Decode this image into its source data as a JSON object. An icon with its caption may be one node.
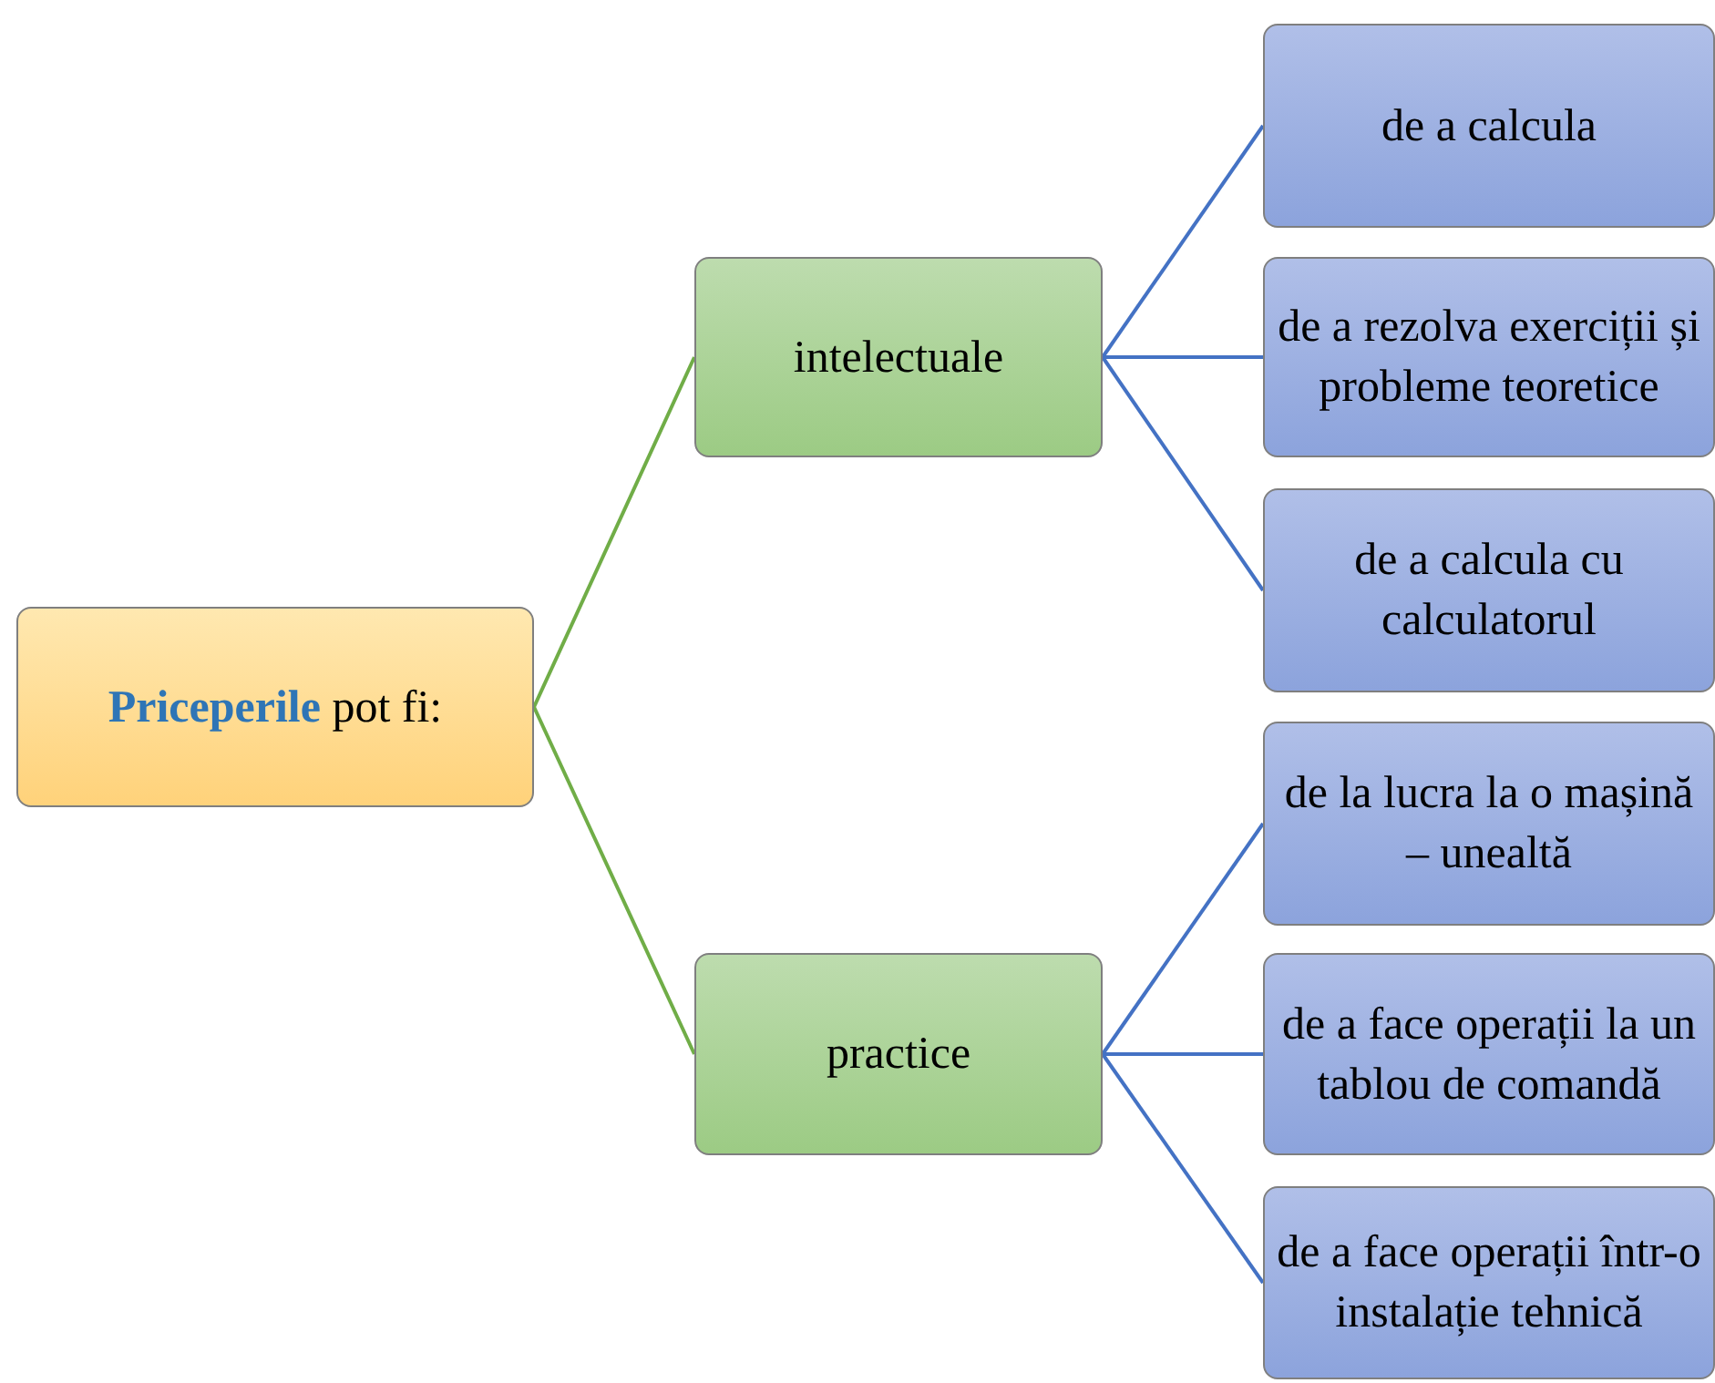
{
  "diagram": {
    "nodes": [
      {
        "text": [
          "**Priceperile** pot fi:"
        ]
      },
      {
        "text": [
          "intelectuale"
        ]
      },
      {
        "text": [
          "practice"
        ]
      },
      {
        "text": [
          "de a calcula"
        ]
      },
      {
        "text": [
          "de a rezolva exerciții și probleme teoretice"
        ]
      },
      {
        "text": [
          "de a calcula cu calculatorul"
        ]
      },
      {
        "text": [
          "de la lucra la o mașină – unealtă"
        ]
      },
      {
        "text": [
          "de a face operații la un tablou de comandă"
        ]
      },
      {
        "text": [
          "de a face operații într-o instalație tehnică"
        ]
      }
    ],
    "edges": [
      {
        "from": 0,
        "to": 1,
        "arrow": "none",
        "color": "#70ad47"
      },
      {
        "from": 0,
        "to": 2,
        "arrow": "none",
        "color": "#70ad47"
      },
      {
        "from": 1,
        "to": 3,
        "arrow": "none"
      },
      {
        "from": 1,
        "to": 4,
        "arrow": "none"
      },
      {
        "from": 1,
        "to": 5,
        "arrow": "none"
      },
      {
        "from": 2,
        "to": 6,
        "arrow": "none"
      },
      {
        "from": 2,
        "to": 7,
        "arrow": "none"
      },
      {
        "from": 2,
        "to": 8,
        "arrow": "none"
      }
    ]
  }
}
